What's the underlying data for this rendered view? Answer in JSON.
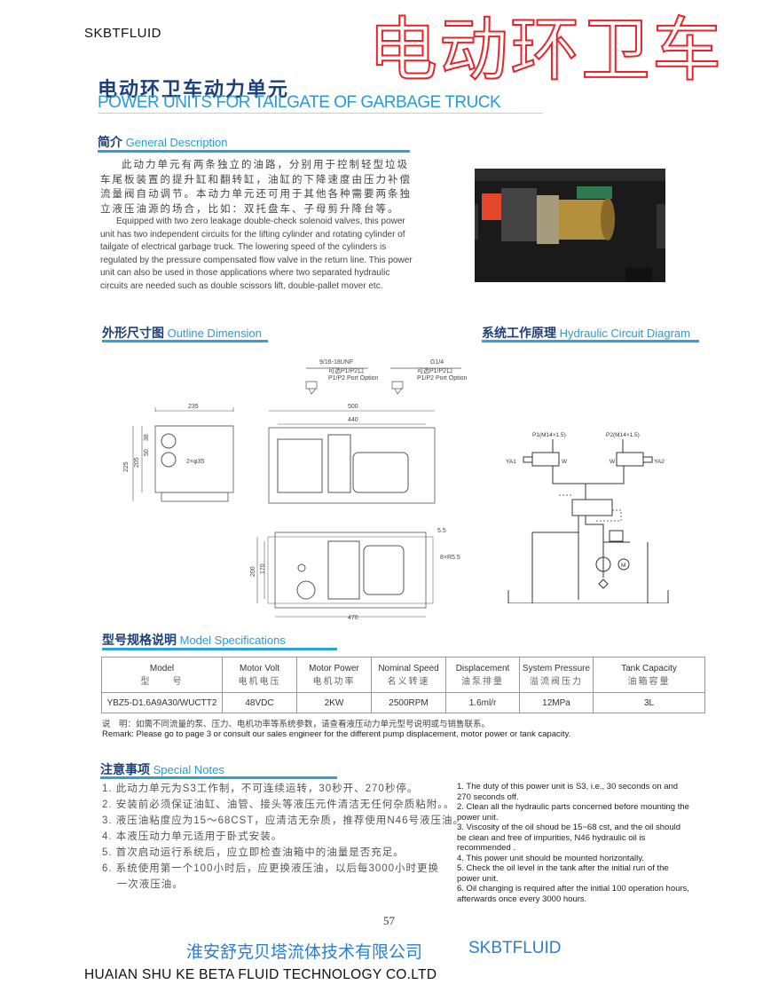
{
  "header": {
    "brand": "SKBTFLUID",
    "banner": "电动环卫车"
  },
  "title": {
    "cn": "电动环卫车动力单元",
    "en": "POWER UNITS FOR TAILGATE OF GARBAGE TRUCK"
  },
  "general": {
    "heading_cn": "简介",
    "heading_en": "General Description",
    "text_cn": "此动力单元有两条独立的油路，分别用于控制轻型垃圾车尾板装置的提升缸和翻转缸，油缸的下降速度由压力补偿流量阀自动调节。本动力单元还可用于其他各种需要两条独立液压油源的场合，比如：双托盘车、子母剪升降台等。",
    "text_en": "Equipped with two zero leakage double-check solenoid valves, this power unit has two independent circuits for the lifting cylinder and rotating cylinder of tailgate of electrical garbage truck. The lowering speed of the cylinders is regulated by the pressure compensated flow valve in the return line. This power unit can also be used in those applications where two separated hydraulic circuits are needed such as double scissors lift, double-pallet mover etc."
  },
  "outline": {
    "heading_cn": "外形尺寸图",
    "heading_en": "Outline Dimension",
    "port1": {
      "thread": "9/16-18UNF",
      "cn": "可选P1/P2口",
      "en": "P1/P2 Port Option"
    },
    "port2": {
      "thread": "G1/4",
      "cn": "可选P1/P2口",
      "en": "P1/P2 Port Option"
    },
    "dims": {
      "d235": "235",
      "d225": "225",
      "d205": "205",
      "d38": "38",
      "d50": "50",
      "holes": "2×φ35",
      "d500": "500",
      "d440": "440",
      "d200": "200",
      "d170": "170",
      "d470": "470",
      "d55": "5.5",
      "r55": "8×R5.5"
    }
  },
  "circuit": {
    "heading_cn": "系统工作原理",
    "heading_en": "Hydraulic Circuit Diagram",
    "p1": "P1(M14×1.5)",
    "p2": "P2(M14×1.5)",
    "ya1": "YA1",
    "ya2": "YA2",
    "w": "W",
    "m": "M"
  },
  "specs": {
    "heading_cn": "型号规格说明",
    "heading_en": "Model Specifications",
    "columns": [
      {
        "en": "Model",
        "cn": "型　　号"
      },
      {
        "en": "Motor Volt",
        "cn": "电机电压"
      },
      {
        "en": "Motor Power",
        "cn": "电机功率"
      },
      {
        "en": "Nominal Speed",
        "cn": "名义转速"
      },
      {
        "en": "Displacement",
        "cn": "油泵排量"
      },
      {
        "en": "System Pressure",
        "cn": "溢流阀压力"
      },
      {
        "en": "Tank Capacity",
        "cn": "油箱容量"
      }
    ],
    "row": [
      "YBZ5-D1.6A9A30/WUCTT2",
      "48VDC",
      "2KW",
      "2500RPM",
      "1.6ml/r",
      "12MPa",
      "3L"
    ],
    "remark_cn": "说　明：如需不同流量的泵、压力、电机功率等系统参数，请查看液压动力单元型号说明或与销售联系。",
    "remark_en": "Remark: Please go to page 3 or consult our sales engineer for the different pump displacement, motor power or tank capacity."
  },
  "notes": {
    "heading_cn": "注意事项",
    "heading_en": "Special Notes",
    "cn": [
      "1. 此动力单元为S3工作制，不可连续运转，30秒开、270秒停。",
      "2. 安装前必须保证油缸、油管、接头等液压元件清洁无任何杂质粘附。。",
      "3. 液压油粘度应为15～68CST，应清洁无杂质，推荐使用N46号液压油。",
      "4. 本液压动力单元适用于卧式安装。",
      "5. 首次启动运行系统后，应立即检查油箱中的油量是否充足。",
      "6. 系统使用第一个100小时后，应更换液压油，以后每3000小时更换",
      "　 一次液压油。"
    ],
    "en": [
      "1. The duty of this power unit is S3, i.e., 30 seconds on and 270 seconds off.",
      "2. Clean all the hydraulic parts concerned before mounting the power unit.",
      "3. Viscosity of the oil shoud be 15~68 cst, and the oil should be clean and free of impurities, N46 hydraulic oil is recommended .",
      "4. This power unit should be mounted horizontally.",
      "5. Check the oil level in the tank after the initial run of the power unit.",
      "6. Oil changing is required after the initial 100 operation hours, afterwards once every 3000 hours."
    ]
  },
  "page_number": "57",
  "footer": {
    "company_cn": "淮安舒克贝塔流体技术有限公司",
    "brand": "SKBTFLUID",
    "company_en": "HUAIAN SHU KE BETA FLUID TECHNOLOGY CO.LTD"
  }
}
